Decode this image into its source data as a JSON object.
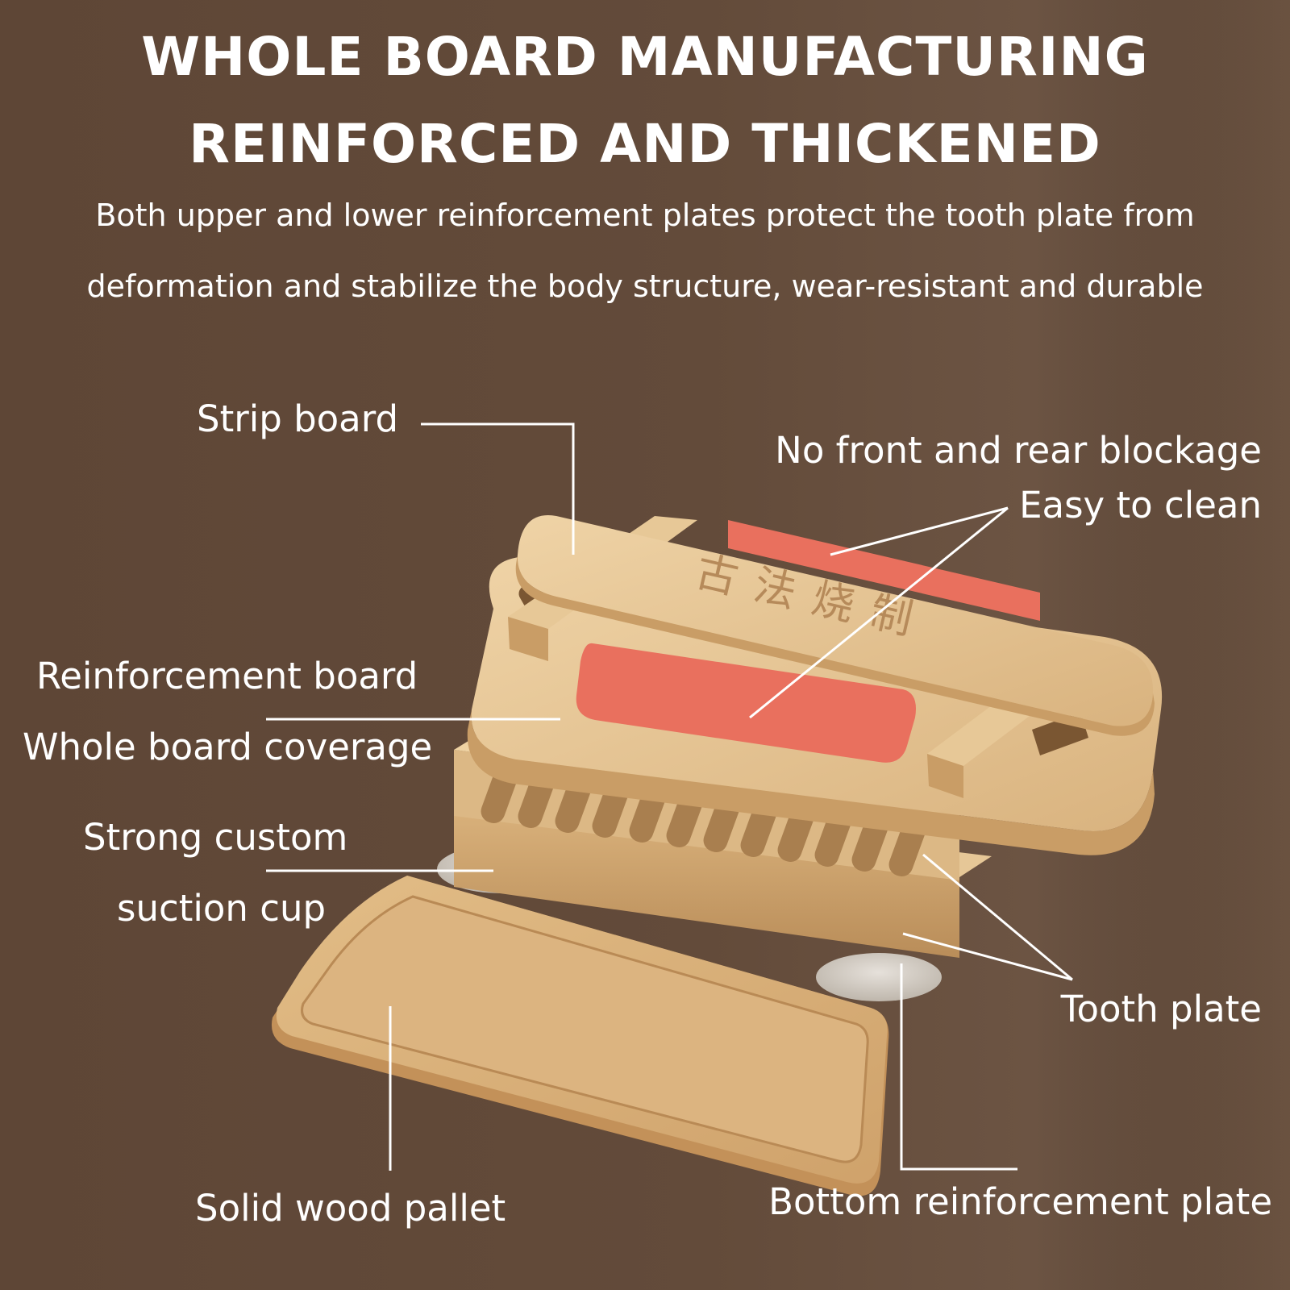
{
  "headline": {
    "line1": "WHOLE BOARD MANUFACTURING",
    "line2": "REINFORCED AND THICKENED"
  },
  "description": {
    "line1": "Both upper and lower reinforcement plates protect the tooth plate from",
    "line2": "deformation and stabilize the body structure, wear-resistant and durable"
  },
  "callouts": {
    "strip_board": "Strip board",
    "no_blockage": "No front and rear blockage",
    "easy_clean": "Easy to clean",
    "reinforcement_board": "Reinforcement board",
    "whole_coverage": "Whole board coverage",
    "suction_line1": "Strong custom",
    "suction_line2": "suction cup",
    "tooth_plate": "Tooth plate",
    "pallet": "Solid wood pallet",
    "bottom_plate": "Bottom reinforcement plate"
  },
  "product": {
    "engraved_text": "古法烧制"
  },
  "colors": {
    "background": "#5f4838",
    "wood": "#e2c08e",
    "accent_strip": "#e9705e",
    "text": "#ffffff"
  }
}
